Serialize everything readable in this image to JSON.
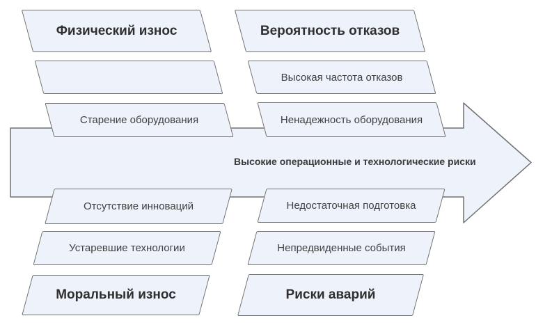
{
  "diagram": {
    "type": "fishbone-cause-effect-arrow",
    "arrow_label": "Высокие операционные и технологические риски",
    "categories": {
      "physical_wear": "Физический износ",
      "failure_probability": "Вероятность отказов",
      "obsolescence": "Моральный износ",
      "accident_risks": "Риски аварий"
    },
    "causes": {
      "equipment_aging": "Старение оборудования",
      "high_failure_rate": "Высокая частота отказов",
      "equipment_unreliability": "Ненадежность оборудования",
      "lack_of_innovation": "Отсутствие инноваций",
      "insufficient_training": "Недостаточная подготовка",
      "outdated_technologies": "Устаревшие технологии",
      "unforeseen_events": "Непредвиденные события"
    }
  },
  "colors": {
    "background": "#ffffff",
    "shape_fill": "#edf2fb",
    "shape_border": "#707070",
    "heading_text": "#2f2f2f",
    "cause_text": "#3f3f3f",
    "arrow_text": "#3a3a3a"
  }
}
